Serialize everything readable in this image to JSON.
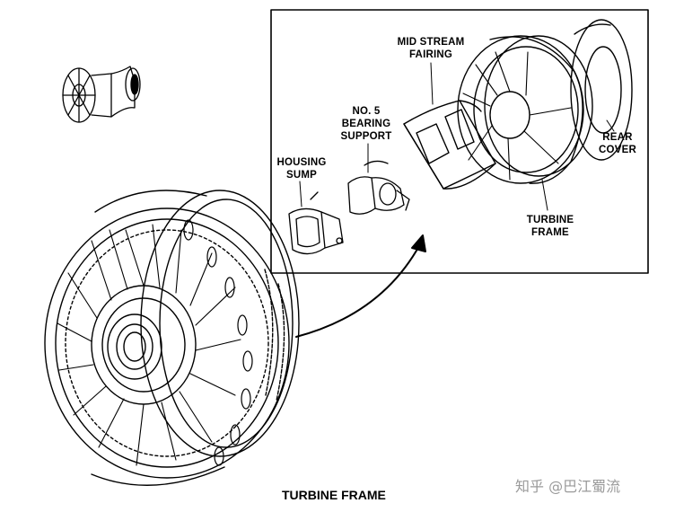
{
  "labels": {
    "mid_stream_fairing": [
      "MID STREAM",
      "FAIRING"
    ],
    "no5_bearing_support": [
      "NO. 5",
      "BEARING",
      "SUPPORT"
    ],
    "housing_sump": [
      "HOUSING",
      "SUMP"
    ],
    "rear_cover": [
      "REAR",
      "COVER"
    ],
    "turbine_frame": [
      "TURBINE",
      "FRAME"
    ]
  },
  "caption": "TURBINE FRAME",
  "watermark": "知乎 @巴江蜀流"
}
